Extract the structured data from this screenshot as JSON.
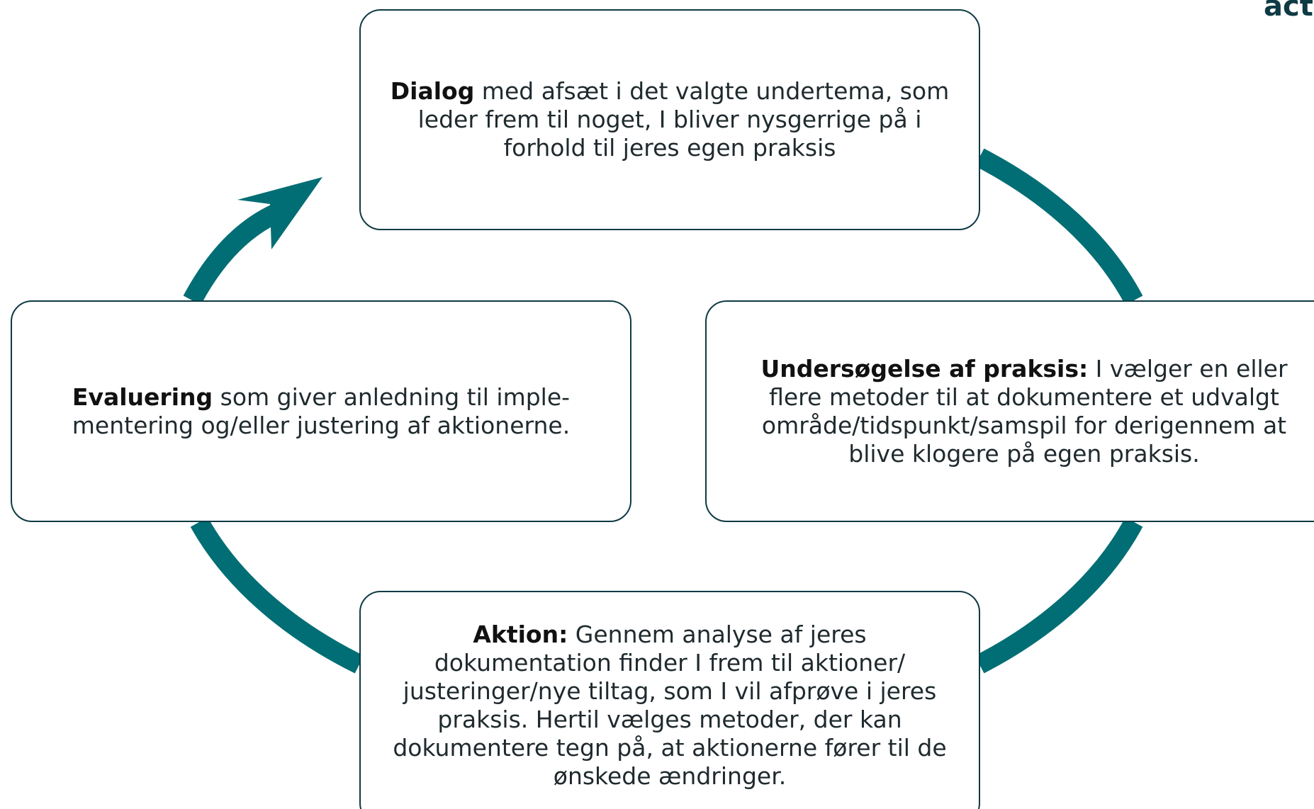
{
  "colors": {
    "cycle_arrow": "#006e74",
    "box_border": "#0e3a44",
    "text": "#1f2a2e"
  },
  "corner_label": "act",
  "boxes": {
    "dialog": {
      "bold": "Dialog",
      "text": " med afsæt i det valgte undertema, som leder frem til noget, I bliver nysgerrige på i forhold til jeres egen praksis"
    },
    "undersogelse": {
      "bold": "Undersøgelse af praksis:",
      "text": " I vælger en eller flere metoder til at dokumentere et udvalgt område/tidspunkt/samspil for derigennem at blive klogere på egen praksis."
    },
    "aktion": {
      "bold": "Aktion:",
      "text": " Gennem analyse af jeres dokumentation finder I frem til aktioner/ justeringer/nye tiltag, som I vil afprøve i jeres praksis. Hertil vælges metoder, der kan dokumentere tegn på, at aktionerne fører til de ønskede ændringer."
    },
    "evaluering": {
      "bold": "Evaluering",
      "text": " som giver anledning til imple-mentering og/eller justering af aktionerne."
    }
  }
}
